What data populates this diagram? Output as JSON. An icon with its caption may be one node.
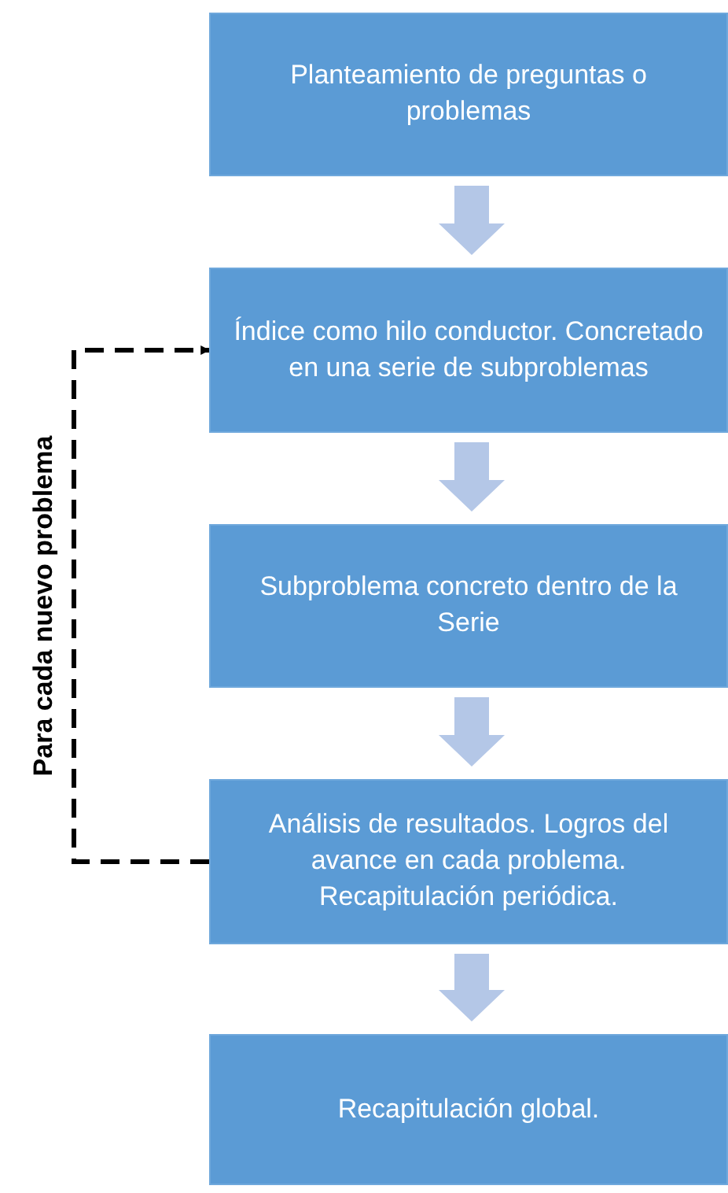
{
  "diagram": {
    "nodes": [
      {
        "text": [
          "Planteamiento de preguntas o problemas"
        ]
      },
      {
        "text": [
          "Índice como hilo conductor. Concretado en una serie de subproblemas"
        ]
      },
      {
        "text": [
          "Subproblema concreto dentro de la Serie"
        ]
      },
      {
        "text": [
          "Análisis de resultados. Logros del avance en cada problema. Recapitulación periódica."
        ]
      },
      {
        "text": [
          "Recapitulación global."
        ]
      }
    ],
    "edges": [
      {
        "from": 0,
        "to": 1,
        "arrow": "to"
      },
      {
        "from": 1,
        "to": 2,
        "arrow": "to"
      },
      {
        "from": 2,
        "to": 3,
        "arrow": "to"
      },
      {
        "from": 3,
        "to": 4,
        "arrow": "to"
      },
      {
        "from": 3,
        "to": 1,
        "arrow": "to",
        "label": "Para cada nuevo problema",
        "style": "dashed",
        "color": "#000000"
      }
    ]
  }
}
